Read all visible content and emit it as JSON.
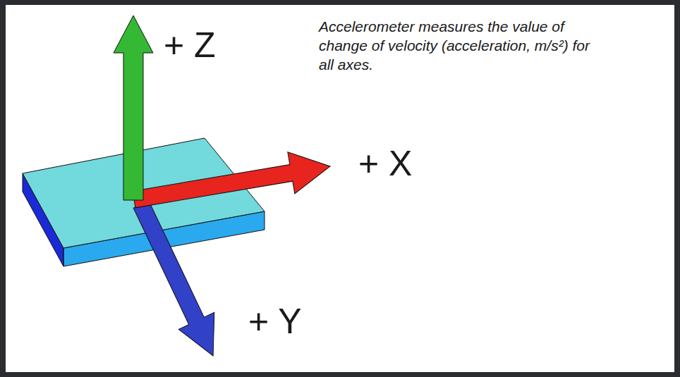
{
  "diagram": {
    "labels": [
      "+ Z",
      "+ X",
      "+ Y",
      "Accelerometer measures the value of change of velocity (acceleration, m/s²) for all axes."
    ]
  }
}
